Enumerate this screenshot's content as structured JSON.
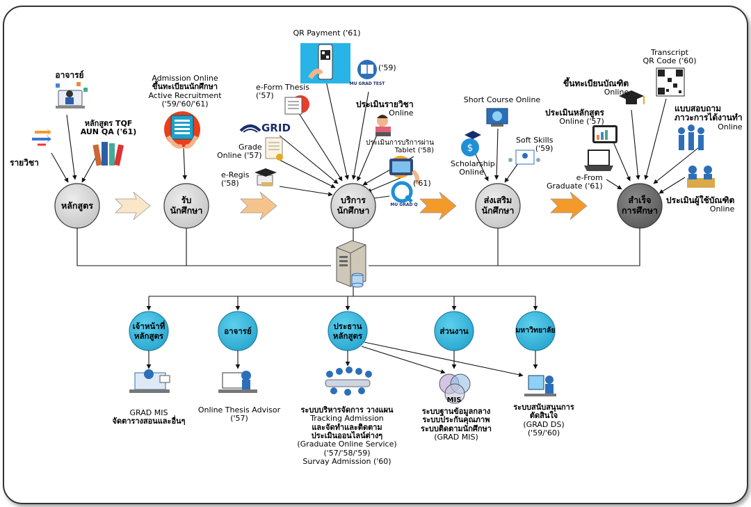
{
  "stages": [
    {
      "id": "s1",
      "line1": "หลักสูตร",
      "line2": ""
    },
    {
      "id": "s2",
      "line1": "รับ",
      "line2": "นักศึกษา"
    },
    {
      "id": "s3",
      "line1": "บริการ",
      "line2": "นักศึกษา"
    },
    {
      "id": "s4",
      "line1": "ส่งเสริม",
      "line2": "นักศึกษา"
    },
    {
      "id": "s5",
      "line1": "สำเร็จ",
      "line2": "การศึกษา"
    }
  ],
  "stage1_inputs": {
    "teacher": "อาจารย์",
    "subject": "รายวิชา",
    "tqf_1": "หลักสูตร TQF",
    "tqf_2": "AUN QA ('61)"
  },
  "stage2_inputs": {
    "admission_1": "Admission Online",
    "admission_2": "ขึ้นทะเบียนนักศึกษา",
    "admission_3": "Active Recruitment",
    "admission_4": "('59/'60/'61)"
  },
  "stage3_inputs": {
    "qr_payment": "QR Payment ('61)",
    "grad_test_year": "('59)",
    "grad_test_logo": "MU GRAD TEST",
    "eform_1": "e-Form Thesis",
    "eform_2": "('57)",
    "grid": "GRID",
    "eval_course_1": "ประเมินรายวิชา",
    "eval_course_2": "Online",
    "grade_1": "Grade",
    "grade_2": "Online ('57)",
    "eval_service_1": "ประเมินการบริการผ่าน",
    "eval_service_2": "Tablet ('58)",
    "eregis_1": "e-Regis",
    "eregis_2": "('58)",
    "gradq_year": "('61)",
    "gradq_logo": "MU GRAD Q"
  },
  "stage4_inputs": {
    "short_course": "Short Course Online",
    "scholarship_1": "Scholarship",
    "scholarship_2": "Online",
    "soft_skills_1": "Soft Skills",
    "soft_skills_2": "('59)"
  },
  "stage5_inputs": {
    "transcript_1": "Transcript",
    "transcript_2": "QR Code ('60)",
    "register_grad_1": "ขึ้นทะเบียนบัณฑิต",
    "register_grad_2": "Online",
    "eval_curr_1": "ประเมินหลักสูตร",
    "eval_curr_2": "Online ('57)",
    "survey_1": "แบบสอบถาม",
    "survey_2": "ภาวะการได้งานทำ",
    "survey_3": "Online",
    "eform_grad_1": "e-From",
    "eform_grad_2": "Graduate ('61)",
    "eval_user_1": "ประเมินผู้ใช้บัณฑิต",
    "eval_user_2": "Online"
  },
  "roles": [
    {
      "id": "r1",
      "line1": "เจ้าหน้าที่",
      "line2": "หลักสูตร"
    },
    {
      "id": "r2",
      "line1": "อาจารย์",
      "line2": ""
    },
    {
      "id": "r3",
      "line1": "ประธาน",
      "line2": "หลักสูตร"
    },
    {
      "id": "r4",
      "line1": "ส่วนงาน",
      "line2": ""
    },
    {
      "id": "r5",
      "line1": "มหาวิทยาลัย",
      "line2": ""
    }
  ],
  "systems": {
    "mis_1": "GRAD MIS",
    "mis_2": "จัดตารางสอนและอื่นๆ",
    "thesis_1": "Online Thesis Advisor",
    "thesis_2": "('57)",
    "cur_1": "ระบบบริหารจัดการ วางแผน",
    "cur_2": "Tracking Admission",
    "cur_3": "และจัดทำและติดตาม",
    "cur_4": "ประเมินออนไลน์ต่างๆ",
    "cur_5": "(Graduate Online Service)",
    "cur_6": "('57/'58/'59)",
    "cur_7": "Survay Admission ('60)",
    "venn_label": "MIS",
    "db_1": "ระบบฐานข้อมูลกลาง",
    "db_2": "ระบบประกันคุณภาพ",
    "db_3": "ระบบติดตามนักศึกษา",
    "db_4": "(GRAD MIS)",
    "ds_1": "ระบบสนับสนุนการ",
    "ds_2": "ตัดสินใจ",
    "ds_3": "(GRAD DS)",
    "ds_4": "('59/'60)"
  },
  "colors": {
    "stage_light": "#d4d4d4",
    "stage_dark": "#6f6f6f",
    "role_blue": "#35b7dc",
    "arrow_orange": "#f39a2b",
    "arrow_peach": "#f6c48b",
    "arrow_pale": "#fbe6c8"
  }
}
